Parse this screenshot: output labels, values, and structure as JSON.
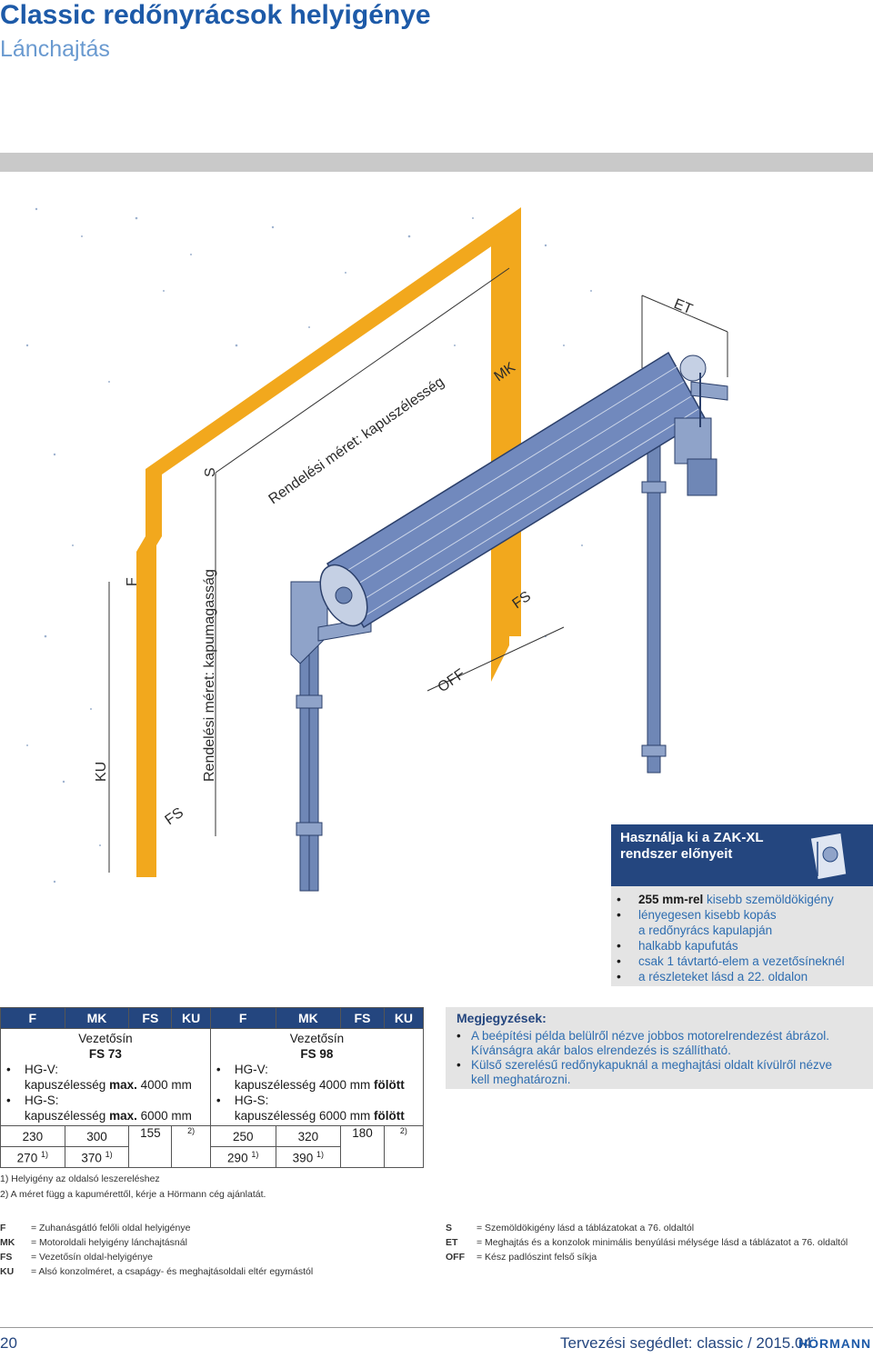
{
  "header": {
    "title": "Classic redőnyrácsok helyigénye",
    "subtitle": "Lánchajtás"
  },
  "illustration": {
    "labels": {
      "et": "ET",
      "mk": "MK",
      "s": "S",
      "order_width": "Rendelési méret: kapuszélesség",
      "order_height": "Rendelési méret: kapumagasság",
      "f": "F",
      "fs_right": "FS",
      "fs_left": "FS",
      "off": "OFF",
      "ku": "KU"
    },
    "colors": {
      "frame": "#f2a81d",
      "metal": "#6f87b6",
      "roll": "#7189bd"
    }
  },
  "advantages": {
    "title_line1": "Használja ki a ZAK-XL",
    "title_line2": "rendszer előnyeit",
    "item1_bold": "255 mm-rel",
    "item1_rest": " kisebb szemöldökigény",
    "item2_line1": "lényegesen kisebb kopás",
    "item2_line2": "a redőnyrács kapulapján",
    "item3": "halkabb kapufutás",
    "item4": "csak 1 távtartó-elem a vezetősíneknél",
    "item5": "a részleteket lásd a 22. oldalon",
    "icon": "bracket-icon"
  },
  "table": {
    "headers": [
      "F",
      "MK",
      "FS",
      "KU",
      "F",
      "MK",
      "FS",
      "KU"
    ],
    "left": {
      "guide": "Vezetősín",
      "model": "FS 73",
      "hgv": "HG-V:",
      "hgv_text": "kapuszélesség ",
      "hgv_bold": "max.",
      "hgv_value": " 4000 mm",
      "hgs": "HG-S:",
      "hgs_text": "kapuszélesség ",
      "hgs_bold": "max.",
      "hgs_value": " 6000 mm"
    },
    "right": {
      "guide": "Vezetősín",
      "model": "FS 98",
      "hgv": "HG-V:",
      "hgv_text": "kapuszélesség 4000 mm ",
      "hgv_bold": "fölött",
      "hgs": "HG-S:",
      "hgs_text": "kapuszélesség 6000 mm ",
      "hgs_bold": "fölött"
    },
    "values": {
      "l_f1": "230",
      "l_f2": "270",
      "l_mk1": "300",
      "l_mk2": "370",
      "l_fs": "155",
      "r_f1": "250",
      "r_f2": "290",
      "r_mk1": "320",
      "r_mk2": "390",
      "r_fs": "180",
      "sup1": "1)",
      "sup2": "2)"
    }
  },
  "notes": {
    "title": "Megjegyzések:",
    "item1_line1": "A beépítési példa belülről nézve jobbos motorelrendezést ábrázol.",
    "item1_line2": "Kívánságra akár balos elrendezés is szállítható.",
    "item2_line1": "Külső szerelésű redőnykapuknál a meghajtási oldalt kívülről nézve",
    "item2_line2": "kell meghatározni."
  },
  "footnotes": {
    "fn1": "1)   Helyigény az oldalsó leszereléshez",
    "fn2": "2)   A méret függ a kapumérettől, kérje a Hörmann cég ajánlatát."
  },
  "legend": {
    "left": [
      {
        "key": "F",
        "text": "= Zuhanásgátló felőli oldal helyigénye"
      },
      {
        "key": "MK",
        "text": "= Motoroldali helyigény lánchajtásnál"
      },
      {
        "key": "FS",
        "text": "= Vezetősín oldal-helyigénye"
      },
      {
        "key": "KU",
        "text": "= Alsó konzolméret, a csapágy- és meghajtásoldali eltér egymástól"
      }
    ],
    "right": [
      {
        "key": "S",
        "text": "= Szemöldökigény lásd a táblázatokat a 76. oldaltól"
      },
      {
        "key": "ET",
        "text": "= Meghajtás és a konzolok minimális benyúlási mélysége lásd a táblázatot a 76. oldaltól"
      },
      {
        "key": "OFF",
        "text": "= Kész padlószint felső síkja"
      }
    ]
  },
  "footer": {
    "page": "20",
    "doc": "Tervezési segédlet: classic / 2015.04.",
    "logo": "HÖRMANN"
  }
}
